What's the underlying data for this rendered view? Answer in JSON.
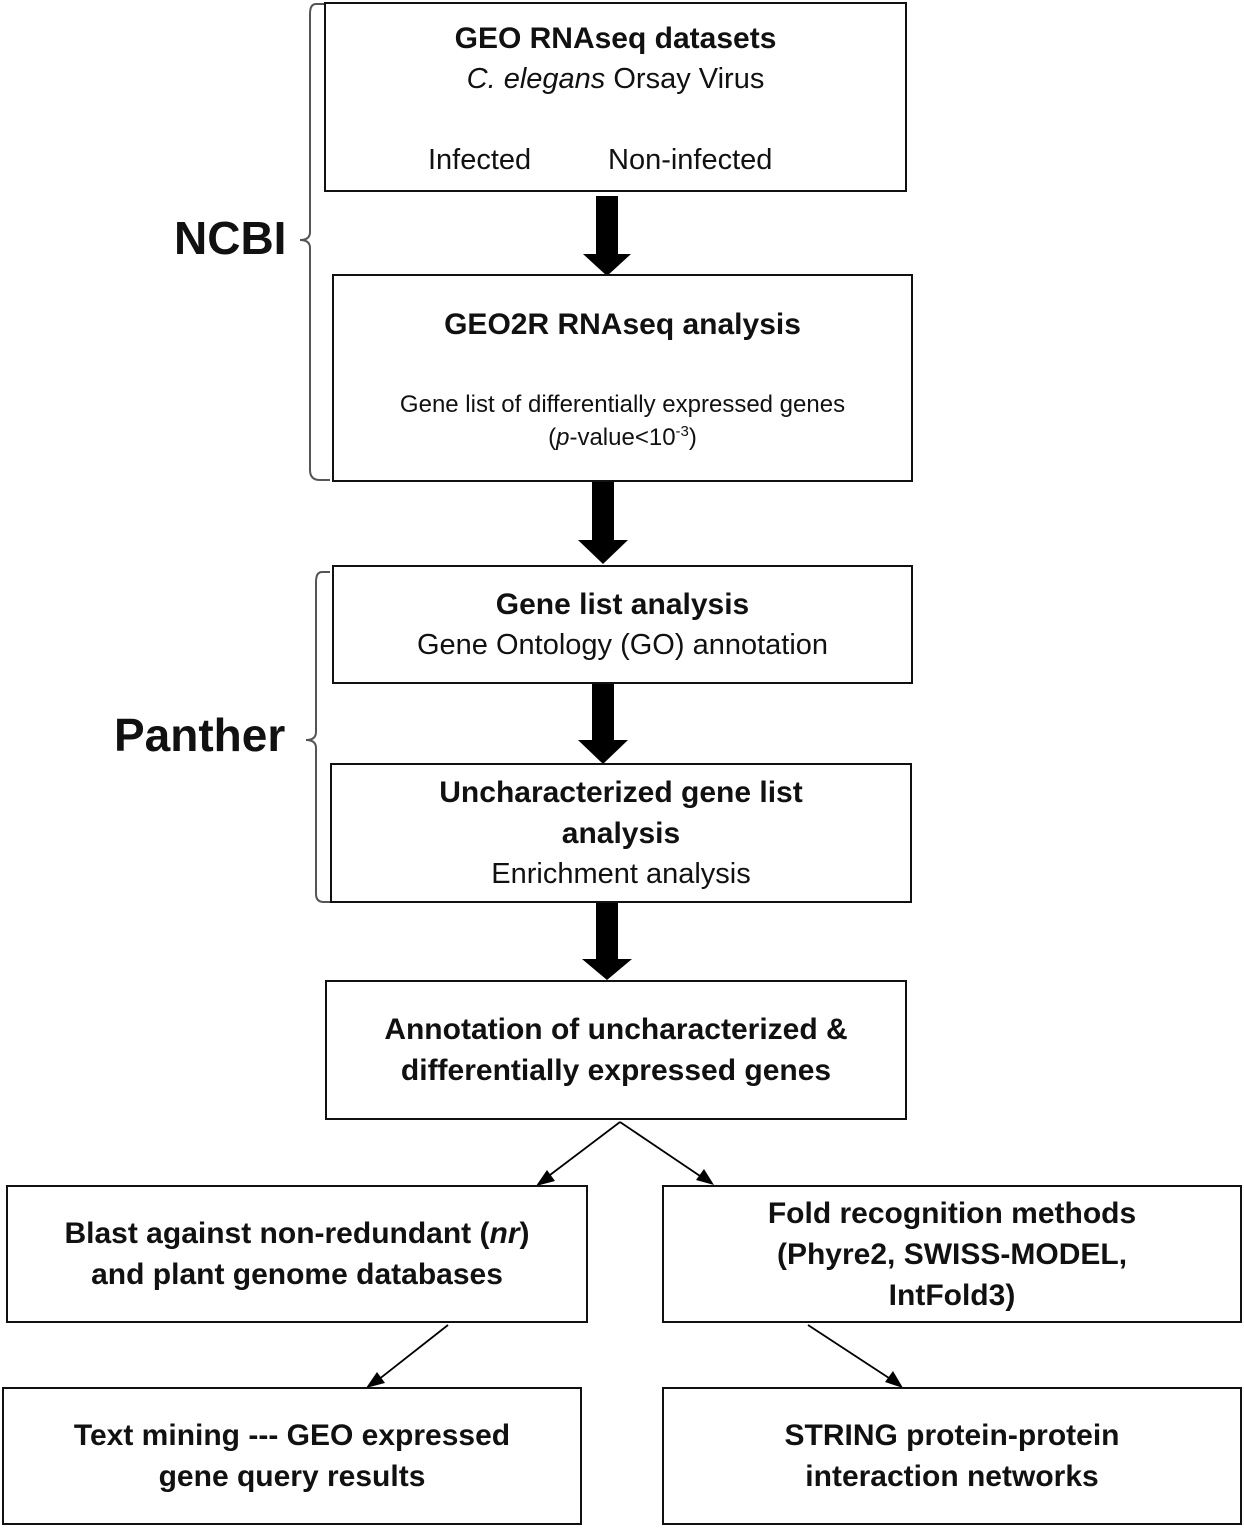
{
  "labels": {
    "ncbi": "NCBI",
    "panther": "Panther"
  },
  "geo_datasets": {
    "title": "GEO RNAseq datasets",
    "organism": "C. elegans",
    "virus": " Orsay Virus",
    "branch_left": "Infected",
    "branch_right": "Non-infected"
  },
  "geo2r": {
    "title": "GEO2R RNAseq analysis",
    "gene_list": "Gene list of differentially expressed genes",
    "pvalue_open": "(",
    "pvalue_p": "p",
    "pvalue_mid": "-value<10",
    "pvalue_exp": "-3",
    "pvalue_close": ")"
  },
  "gene_list_analysis": {
    "title": "Gene list analysis",
    "subtitle": "Gene Ontology (GO) annotation"
  },
  "uncharacterized": {
    "title_line1": "Uncharacterized gene list",
    "title_line2": "analysis",
    "subtitle": "Enrichment analysis"
  },
  "annotation": {
    "line1": "Annotation of uncharacterized &",
    "line2": "differentially expressed genes"
  },
  "blast": {
    "line1_pre": "Blast against non-redundant (",
    "line1_em": "nr",
    "line1_post": ")",
    "line2": "and plant genome databases"
  },
  "fold": {
    "line1": "Fold recognition methods",
    "line2": "(Phyre2, SWISS-MODEL,",
    "line3": "IntFold3)"
  },
  "text_mining": {
    "line1": "Text mining --- GEO expressed",
    "line2": "gene query results"
  },
  "string": {
    "line1": "STRING protein-protein",
    "line2": "interaction networks"
  }
}
